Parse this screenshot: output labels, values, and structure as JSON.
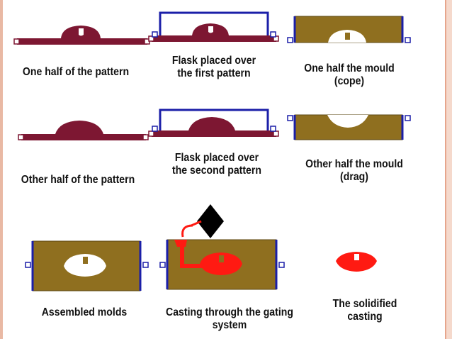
{
  "colors": {
    "pattern": "#7d1732",
    "flask": "#1b1fa8",
    "sand": "#8f6f1f",
    "sand_edge": "#5e4a14",
    "cavity": "#ffffff",
    "metal": "#ff1a12",
    "ladle": "#000000"
  },
  "steps": [
    {
      "id": "one-half-pattern",
      "caption": "One half of the pattern"
    },
    {
      "id": "flask-first-pattern",
      "caption": "Flask placed over\nthe first pattern"
    },
    {
      "id": "cope",
      "caption": "One half  the mould\n(cope)"
    },
    {
      "id": "other-half-pattern",
      "caption": "Other half of the pattern"
    },
    {
      "id": "flask-second-pattern",
      "caption": "Flask placed over\nthe second pattern"
    },
    {
      "id": "drag",
      "caption": "Other half  the mould\n(drag)"
    },
    {
      "id": "assembled-molds",
      "caption": "Assembled molds"
    },
    {
      "id": "casting-gating",
      "caption": "Casting through the gating\nsystem"
    },
    {
      "id": "solidified-casting",
      "caption": "The solidified\ncasting"
    }
  ]
}
